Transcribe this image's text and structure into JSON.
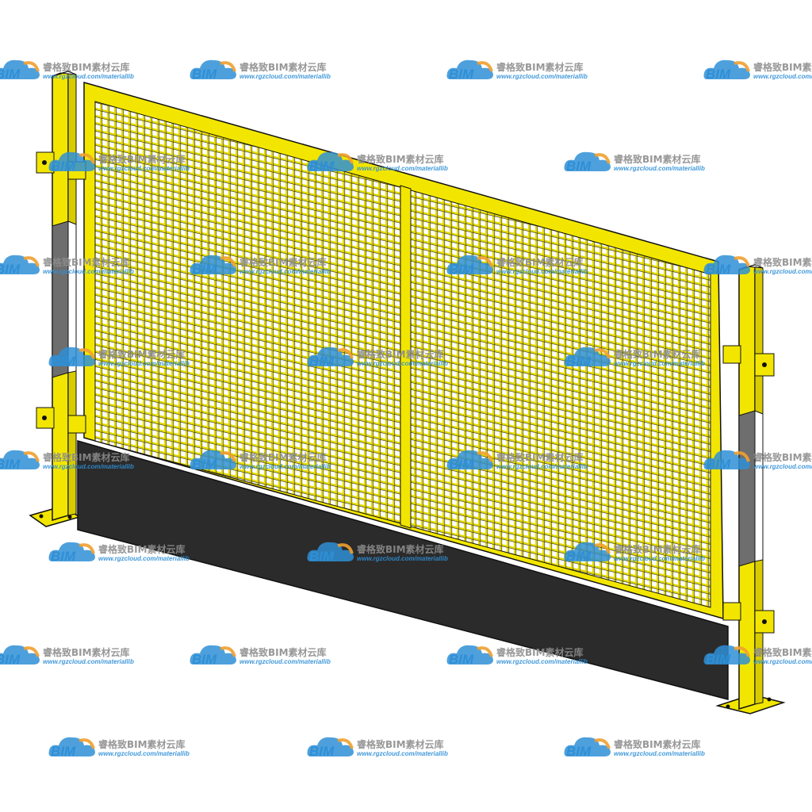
{
  "watermark": {
    "logo_text": "BIM",
    "brand": "睿格致BIM素材云库",
    "url": "www.rgzcloud.com/materiallib"
  },
  "colors": {
    "frame": "#f2e600",
    "frame_edge": "#1a1a1a",
    "mesh": "#e9df00",
    "kickplate": "#2b2b2b",
    "post_band": "#6e6e6e",
    "watermark_blue": "#2f8fd6",
    "watermark_orange": "#f0a030"
  }
}
